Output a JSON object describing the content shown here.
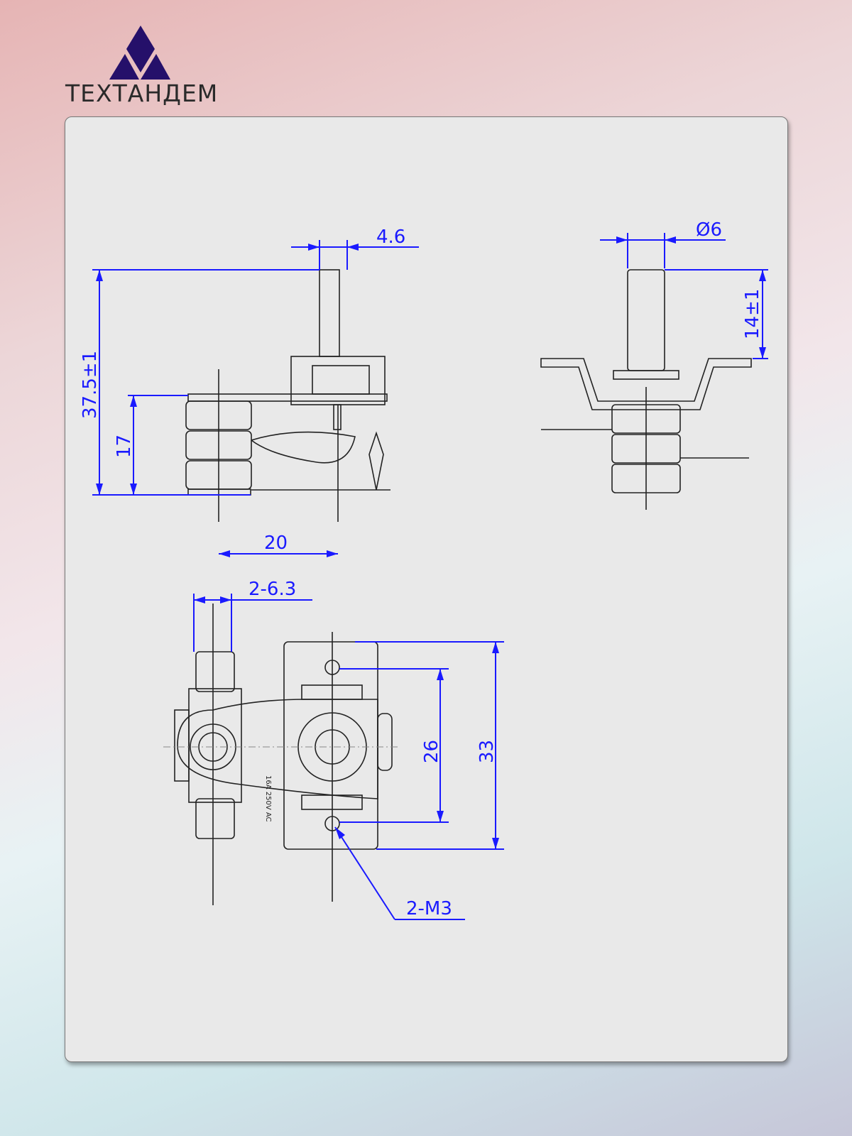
{
  "brand": {
    "name": "ТЕХТАНДЕМ",
    "logo_color": "#25106a"
  },
  "drawing": {
    "side_view": {
      "shaft_width": "4.6",
      "total_height": "37.5±1",
      "body_height": "17",
      "hole_spacing": "20"
    },
    "front_view": {
      "shaft_diameter": "Ø6",
      "shaft_height": "14±1"
    },
    "top_view": {
      "terminal_width": "2-6.3",
      "mount_spacing": "26",
      "bracket_length": "33",
      "mount_thread": "2-M3",
      "marking": "16A 250V AC"
    },
    "dimension_color": "#1a1aff"
  }
}
